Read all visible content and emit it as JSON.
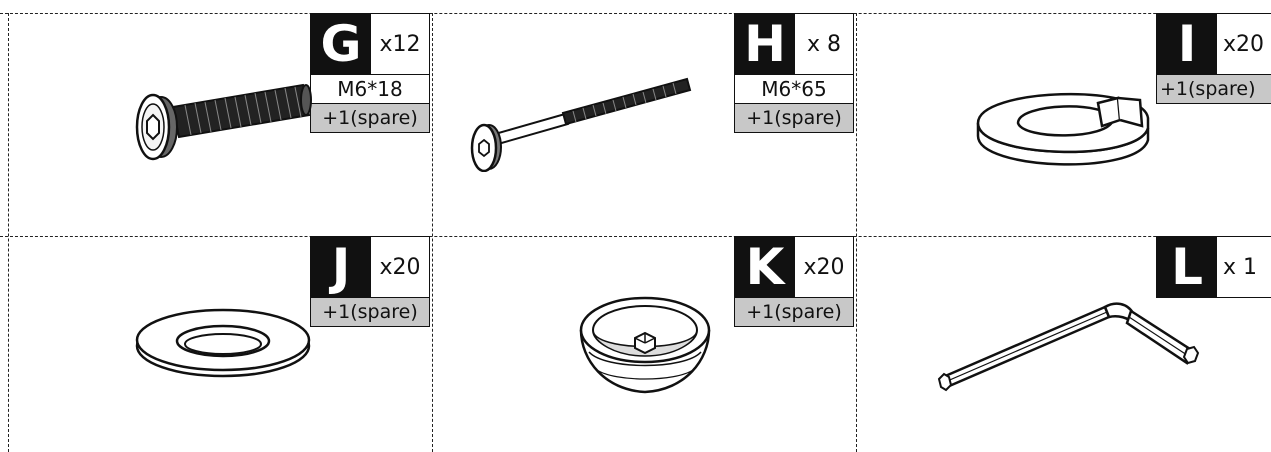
{
  "parts": [
    {
      "letter": "G",
      "qty": "x12",
      "size": "M6*18",
      "spare": "+1(spare)",
      "icon": "bolt-short-icon"
    },
    {
      "letter": "H",
      "qty": "x 8",
      "size": "M6*65",
      "spare": "+1(spare)",
      "icon": "bolt-long-icon"
    },
    {
      "letter": "I",
      "qty": "x20",
      "spare": "+1(spare)",
      "icon": "spring-washer-icon"
    },
    {
      "letter": "J",
      "qty": "x20",
      "spare": "+1(spare)",
      "icon": "flat-washer-icon"
    },
    {
      "letter": "K",
      "qty": "x20",
      "spare": "+1(spare)",
      "icon": "cap-nut-icon"
    },
    {
      "letter": "L",
      "qty": "x 1",
      "icon": "allen-key-icon"
    }
  ]
}
